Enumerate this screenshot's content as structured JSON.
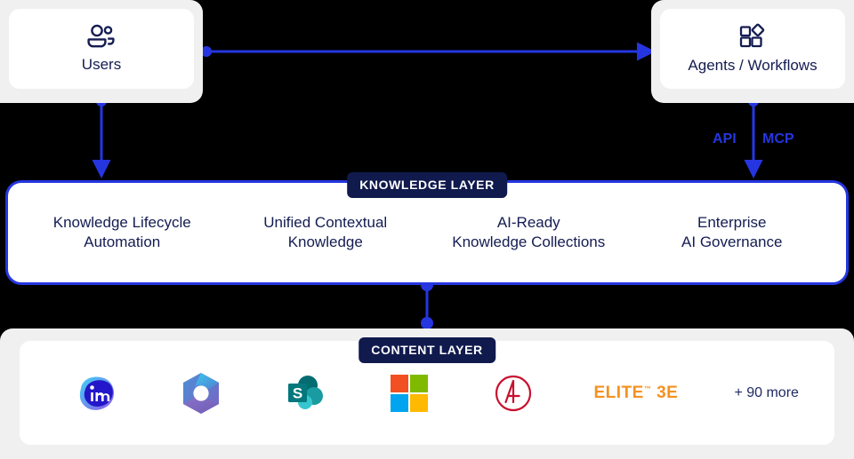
{
  "diagram": {
    "title": "Knowledge Layer Architecture",
    "accent_blue": "#2536e0",
    "navy": "#141c52",
    "chip_navy": "#101a4d",
    "shell_gray": "#f0f0f0",
    "background": "#000000"
  },
  "actors": {
    "users": {
      "label": "Users",
      "icon": "users-icon"
    },
    "agents": {
      "label": "Agents / Workflows",
      "icon": "blocks-grid-icon"
    }
  },
  "connectors": {
    "users_to_agents": "bidirectional-arrow",
    "agents_to_knowledge_labels": [
      "API",
      "MCP"
    ],
    "knowledge_to_content": "dotted-link"
  },
  "knowledge_layer": {
    "chip_label": "KNOWLEDGE LAYER",
    "pillars": [
      {
        "line1": "Knowledge Lifecycle",
        "line2": "Automation"
      },
      {
        "line1": "Unified Contextual",
        "line2": "Knowledge"
      },
      {
        "line1": "AI-Ready",
        "line2": "Knowledge Collections"
      },
      {
        "line1": "Enterprise",
        "line2": "AI Governance"
      }
    ]
  },
  "content_layer": {
    "chip_label": "CONTENT LAYER",
    "logos": [
      {
        "name": "imanage-logo",
        "kind": "mark",
        "label": "iManage"
      },
      {
        "name": "microsoft-365-logo",
        "kind": "mark",
        "label": "Microsoft 365"
      },
      {
        "name": "sharepoint-logo",
        "kind": "mark",
        "label": "SharePoint"
      },
      {
        "name": "microsoft-logo",
        "kind": "mark",
        "label": "Microsoft"
      },
      {
        "name": "aderant-logo",
        "kind": "mark",
        "label": "Aderant"
      },
      {
        "name": "elite-3e-logo",
        "kind": "text",
        "label": "ELITE",
        "trademark": "™",
        "suffix": "3E"
      },
      {
        "name": "more-integrations",
        "kind": "text",
        "label": "+ 90 more"
      }
    ]
  }
}
